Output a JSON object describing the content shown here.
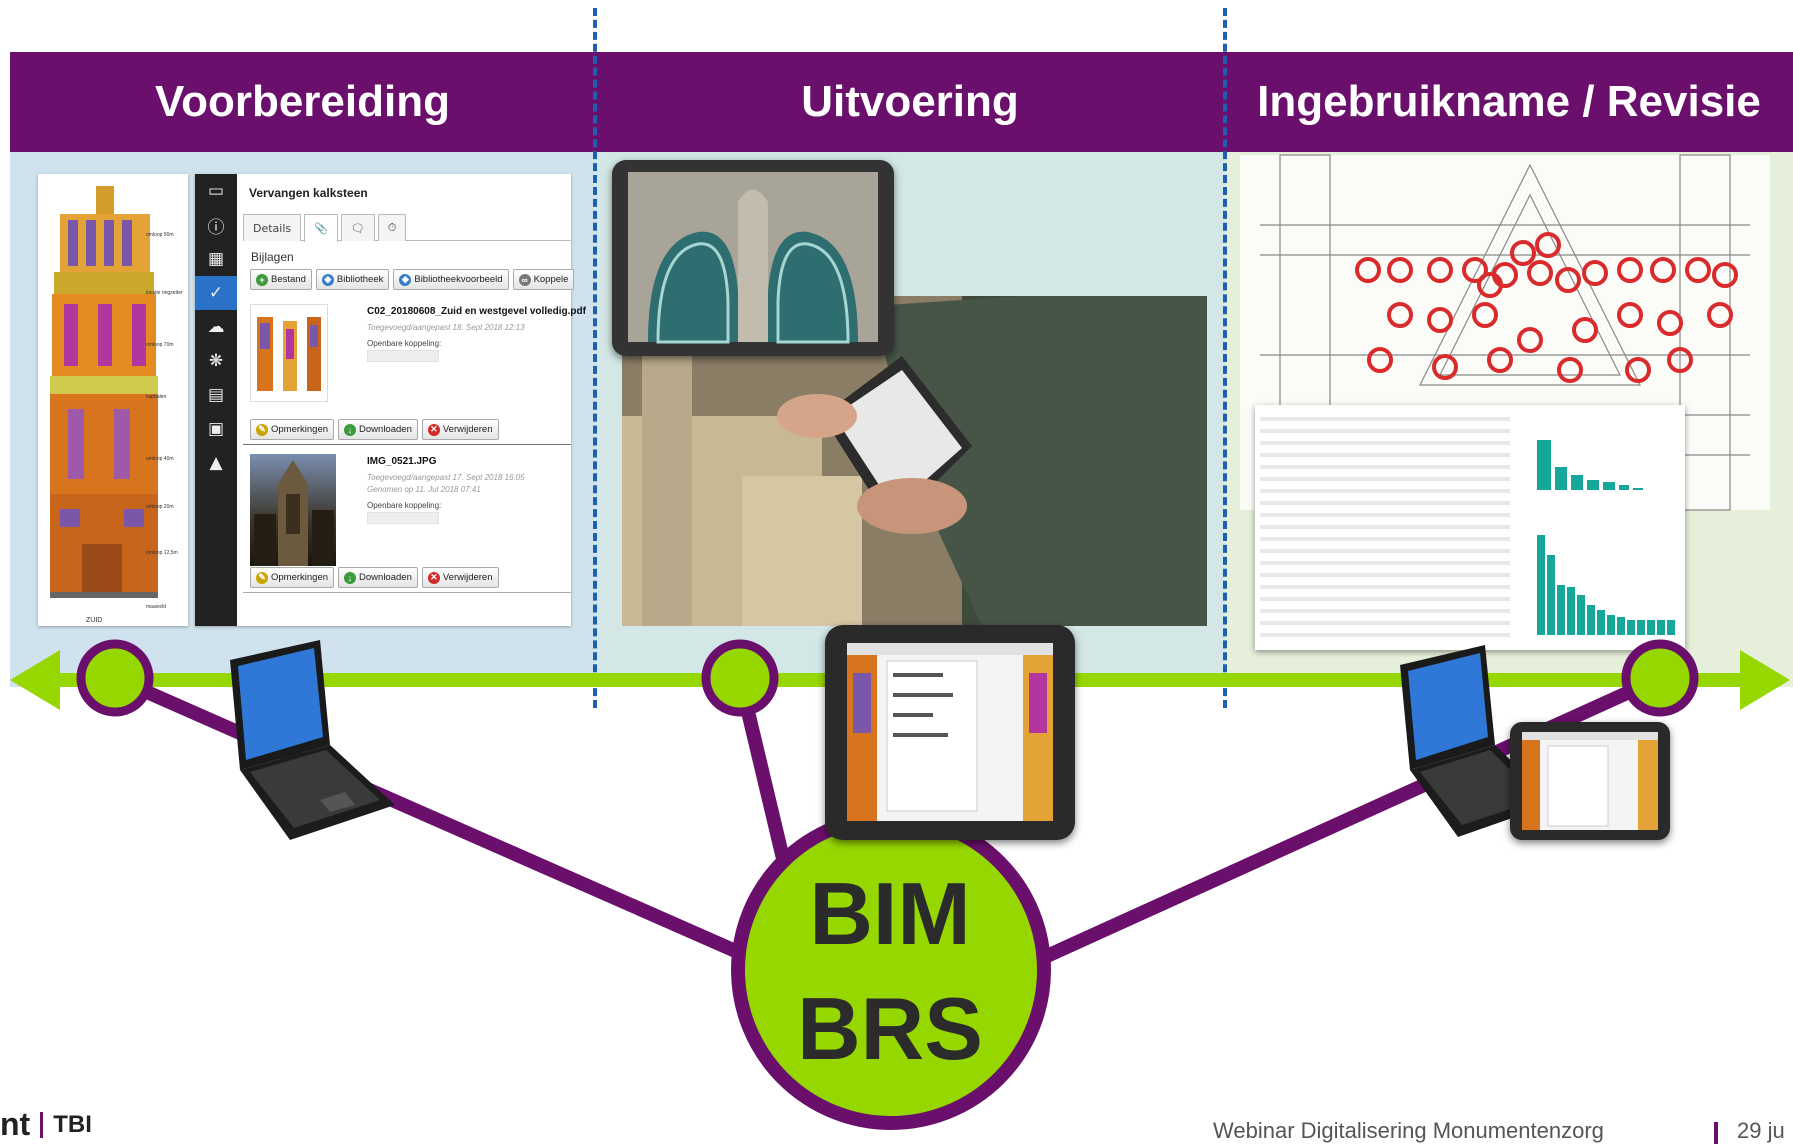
{
  "phases": [
    {
      "label": "Voorbereiding"
    },
    {
      "label": "Uitvoering"
    },
    {
      "label": "Ingebruikname / Revisie"
    }
  ],
  "colors": {
    "header": "#6a0f6b",
    "accent": "#97d700",
    "divider": "#1f5fb0",
    "connector": "#6a0f6b"
  },
  "tower_labels": [
    "omloop 90m",
    "locatie ringzetter",
    "omloop 70m",
    "kapbalen",
    "omloop 40m",
    "omloop 20m",
    "omloop 12,5m",
    "maaiveld",
    "ZUID"
  ],
  "app": {
    "sidebar_icons": [
      "presentation-icon",
      "info-icon",
      "calendar-icon",
      "checkbox-icon",
      "weather-icon",
      "fan-icon",
      "report-icon",
      "image-icon",
      "chart-icon"
    ],
    "title": "Vervangen kalksteen",
    "tabs": [
      "Details",
      "paperclip-icon",
      "speech-bubble-icon",
      "stopwatch-icon"
    ],
    "section_title": "Bijlagen",
    "toolbar": [
      "Bestand",
      "Bibliotheek",
      "Bibliotheekvoorbeeld",
      "Koppele"
    ],
    "attachments": [
      {
        "name": "C02_20180608_Zuid en westgevel volledig.pdf",
        "meta1": "Toegevoegd/aangepast 18. Sept 2018 12:13",
        "meta2": "",
        "link_label": "Openbare koppeling:",
        "actions": [
          "Opmerkingen",
          "Downloaden",
          "Verwijderen"
        ]
      },
      {
        "name": "IMG_0521.JPG",
        "meta1": "Toegevoegd/aangepast 17. Sept 2018 16:05",
        "meta2": "Genomen op 11. Jul 2018 07:41",
        "link_label": "Openbare koppeling:",
        "actions": [
          "Opmerkingen",
          "Downloaden",
          "Verwijderen"
        ]
      }
    ]
  },
  "hub": {
    "line1": "BIM",
    "line2": "BRS"
  },
  "footer": {
    "logo_part1": "nt",
    "logo_part2": "TBI",
    "text": "Webinar Digitalisering Monumentenzorg",
    "date_partial": "29 ju"
  }
}
